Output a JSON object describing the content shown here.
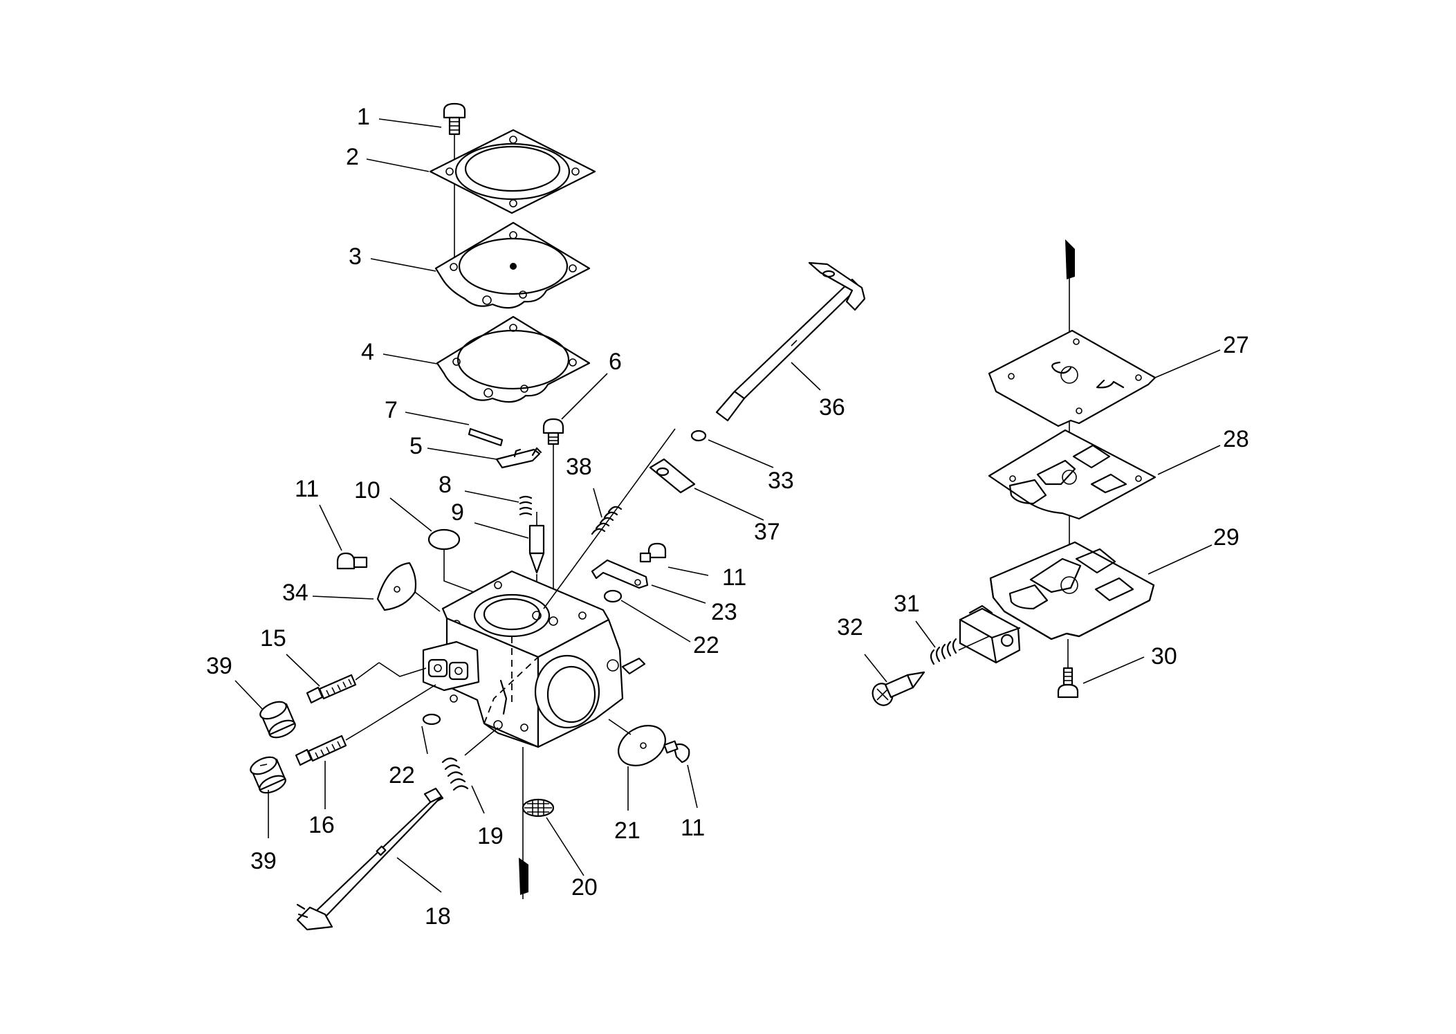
{
  "callouts": [
    {
      "n": "1"
    },
    {
      "n": "2"
    },
    {
      "n": "3"
    },
    {
      "n": "4"
    },
    {
      "n": "5"
    },
    {
      "n": "6"
    },
    {
      "n": "7"
    },
    {
      "n": "8"
    },
    {
      "n": "9"
    },
    {
      "n": "10"
    },
    {
      "n": "11"
    },
    {
      "n": "11"
    },
    {
      "n": "11"
    },
    {
      "n": "15"
    },
    {
      "n": "16"
    },
    {
      "n": "18"
    },
    {
      "n": "19"
    },
    {
      "n": "20"
    },
    {
      "n": "21"
    },
    {
      "n": "22"
    },
    {
      "n": "22"
    },
    {
      "n": "23"
    },
    {
      "n": "27"
    },
    {
      "n": "28"
    },
    {
      "n": "29"
    },
    {
      "n": "30"
    },
    {
      "n": "31"
    },
    {
      "n": "32"
    },
    {
      "n": "33"
    },
    {
      "n": "34"
    },
    {
      "n": "36"
    },
    {
      "n": "37"
    },
    {
      "n": "38"
    },
    {
      "n": "39"
    },
    {
      "n": "39"
    }
  ]
}
